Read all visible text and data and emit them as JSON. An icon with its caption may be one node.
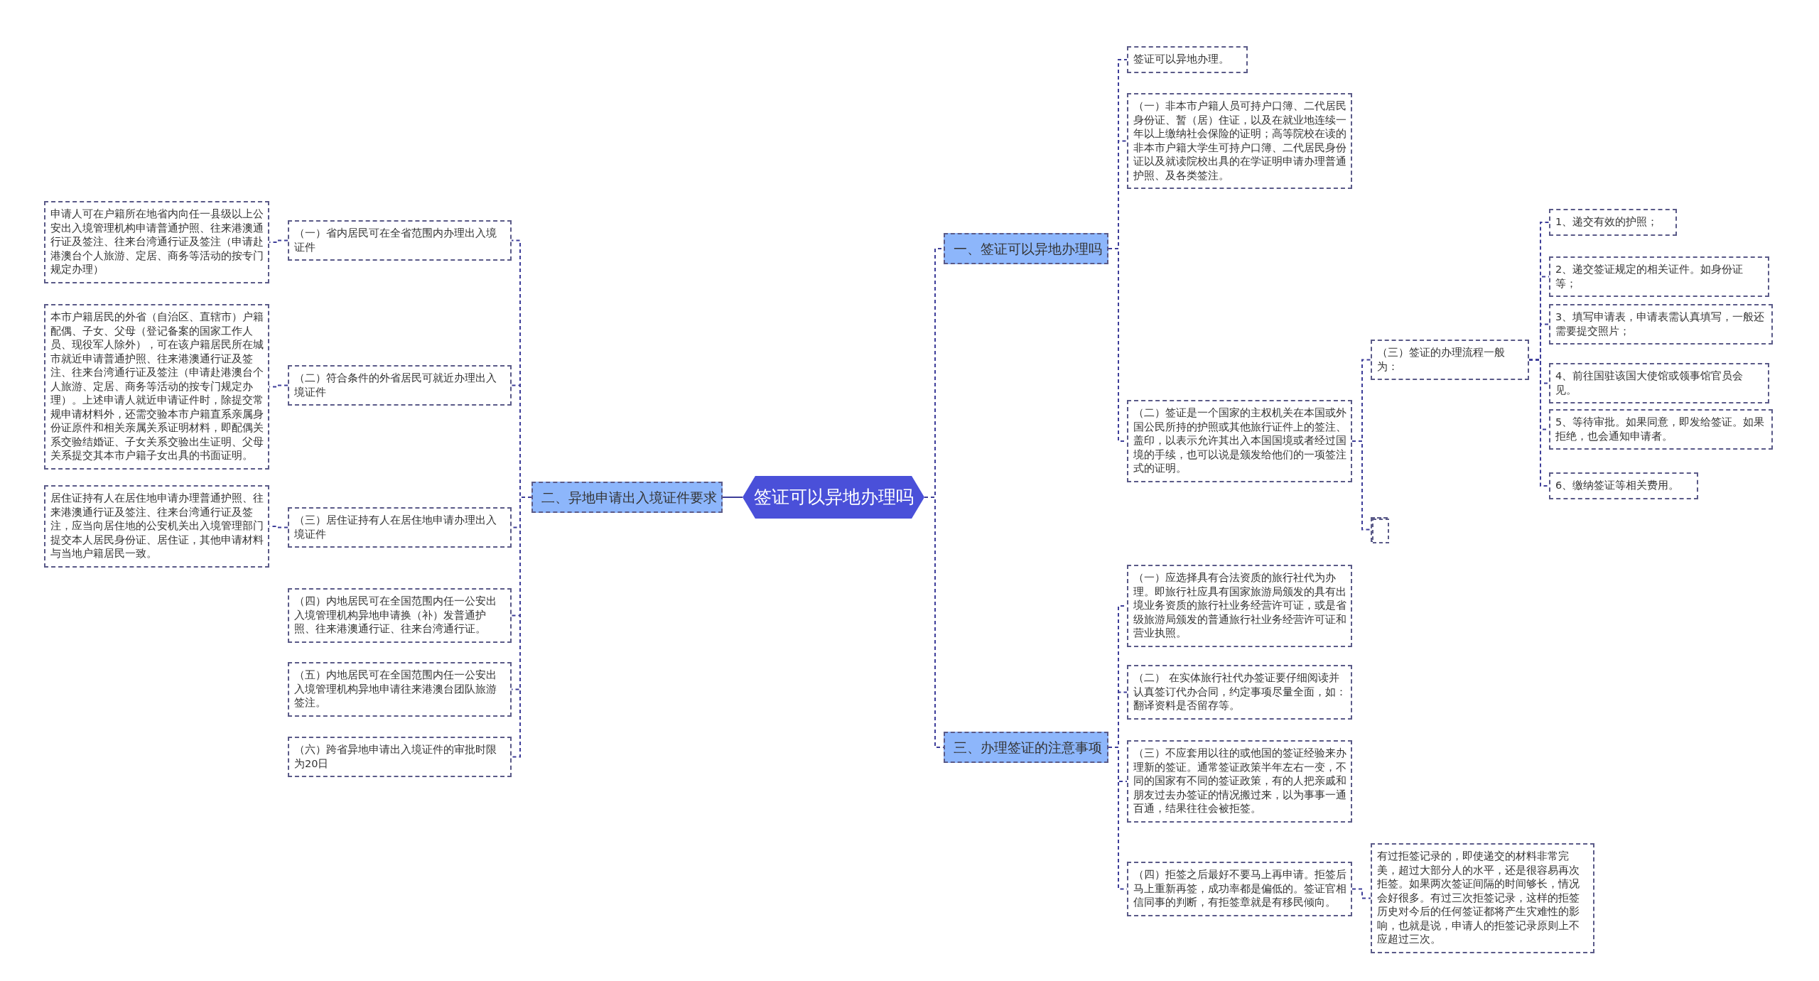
{
  "diagram": {
    "nodes": [
      {
        "text": [
          "签证可以异地办理吗"
        ]
      },
      {
        "text": [
          "一、签证可以异地办理吗"
        ]
      },
      {
        "text": [
          "签证可以异地办理。"
        ]
      },
      {
        "text": [
          "（一）非本市户籍人员可持户口簿、二代居民身份证、暂（居）住证，以及在就业地连续一年以上缴纳社会保险的证明；高等院校在读的非本市户籍大学生可持户口簿、二代居民身份证以及就读院校出具的在学证明申请办理普通护照、及各类签注。"
        ]
      },
      {
        "text": [
          "（二）签证是一个国家的主权机关在本国或外国公民所持的护照或其他旅行证件上的签注、盖印，以表示允许其出入本国国境或者经过国境的手续，也可以说是颁发给他们的一项签注式的证明。"
        ]
      },
      {
        "text": [
          "（三）签证的办理流程一般为："
        ]
      },
      {
        "text": [
          "1、递交有效的护照；"
        ]
      },
      {
        "text": [
          "2、递交签证规定的相关证件。如身份证等；"
        ]
      },
      {
        "text": [
          "3、填写申请表，申请表需认真填写，一般还需要提交照片；"
        ]
      },
      {
        "text": [
          "4、前往国驻该国大使馆或领事馆官员会见。"
        ]
      },
      {
        "text": [
          "5、等待审批。如果同意，即发给签证。如果拒绝，也会通知申请者。"
        ]
      },
      {
        "text": [
          "6、缴纳签证等相关费用。"
        ]
      },
      {
        "text": [],
        "shape": "box"
      },
      {
        "text": [
          "三、办理签证的注意事项"
        ]
      },
      {
        "text": [
          "（一）应选择具有合法资质的旅行社代为办理。即旅行社应具有国家旅游局颁发的具有出境业务资质的旅行社业务经营许可证，或是省级旅游局颁发的普通旅行社业务经营许可证和营业执照。"
        ]
      },
      {
        "text": [
          "（二） 在实体旅行社代办签证要仔细阅读并认真签订代办合同，约定事项尽量全面，如：翻译资料是否留存等。"
        ]
      },
      {
        "text": [
          "（三）不应套用以往的或他国的签证经验来办理新的签证。通常签证政策半年左右一变，不同的国家有不同的签证政策，有的人把亲戚和朋友过去办签证的情况搬过来，以为事事一通百通，结果往往会被拒签。"
        ]
      },
      {
        "text": [
          "（四）拒签之后最好不要马上再申请。拒签后马上重新再签，成功率都是偏低的。签证官相信同事的判断，有拒签章就是有移民倾向。"
        ]
      },
      {
        "text": [
          "有过拒签记录的，即使递交的材料非常完美，超过大部分人的水平，还是很容易再次拒签。如果两次签证间隔的时间够长，情况会好很多。有过三次拒签记录，这样的拒签历史对今后的任何签证都将产生灾难性的影响，也就是说，申请人的拒签记录原则上不应超过三次。"
        ]
      },
      {
        "text": [
          "二、异地申请出入境证件要求"
        ]
      },
      {
        "text": [
          "（一）省内居民可在全省范围内办理出入境证件"
        ]
      },
      {
        "text": [
          "（二）符合条件的外省居民可就近办理出入境证件"
        ]
      },
      {
        "text": [
          "（三）居住证持有人在居住地申请办理出入境证件"
        ]
      },
      {
        "text": [
          "（四）内地居民可在全国范围内任一公安出入境管理机构异地申请换（补）发普通护照、往来港澳通行证、往来台湾通行证。"
        ]
      },
      {
        "text": [
          "（五）内地居民可在全国范围内任一公安出入境管理机构异地申请往来港澳台团队旅游签注。"
        ]
      },
      {
        "text": [
          "（六）跨省异地申请出入境证件的审批时限为20日"
        ]
      },
      {
        "text": [
          "申请人可在户籍所在地省内向任一县级以上公安出入境管理机构申请普通护照、往来港澳通行证及签注、往来台湾通行证及签注（申请赴港澳台个人旅游、定居、商务等活动的按专门规定办理）"
        ]
      },
      {
        "text": [
          "本市户籍居民的外省（自治区、直辖市）户籍配偶、子女、父母（登记备案的国家工作人员、现役军人除外），可在该户籍居民所在城市就近申请普通护照、往来港澳通行证及签注、往来台湾通行证及签注（申请赴港澳台个人旅游、定居、商务等活动的按专门规定办理）。上述申请人就近申请证件时，除提交常规申请材料外，还需交验本市户籍直系亲属身份证原件和相关亲属关系证明材料，即配偶关系交验结婚证、子女关系交验出生证明、父母关系提交其本市户籍子女出具的书面证明。"
        ]
      },
      {
        "text": [
          "居住证持有人在居住地申请办理普通护照、往来港澳通行证及签注、往来台湾通行证及签注，应当向居住地的公安机关出入境管理部门提交本人居民身份证、居住证，其他申请材料与当地户籍居民一致。"
        ]
      }
    ],
    "edges": [
      {
        "from": 0,
        "to": 1,
        "arrow": "none",
        "style": "dashed"
      },
      {
        "from": 1,
        "to": 2,
        "arrow": "none",
        "style": "dashed"
      },
      {
        "from": 1,
        "to": 3,
        "arrow": "none",
        "style": "dashed"
      },
      {
        "from": 1,
        "to": 4,
        "arrow": "none",
        "style": "dashed"
      },
      {
        "from": 4,
        "to": 5,
        "arrow": "none",
        "style": "dashed"
      },
      {
        "from": 5,
        "to": 6,
        "arrow": "none",
        "style": "dashed"
      },
      {
        "from": 5,
        "to": 7,
        "arrow": "none",
        "style": "dashed"
      },
      {
        "from": 5,
        "to": 8,
        "arrow": "none",
        "style": "dashed"
      },
      {
        "from": 5,
        "to": 9,
        "arrow": "none",
        "style": "dashed"
      },
      {
        "from": 5,
        "to": 10,
        "arrow": "none",
        "style": "dashed"
      },
      {
        "from": 5,
        "to": 11,
        "arrow": "none",
        "style": "dashed"
      },
      {
        "from": 4,
        "to": 12,
        "arrow": "none",
        "style": "dashed"
      },
      {
        "from": 0,
        "to": 13,
        "arrow": "none",
        "style": "dashed"
      },
      {
        "from": 13,
        "to": 14,
        "arrow": "none",
        "style": "dashed"
      },
      {
        "from": 13,
        "to": 15,
        "arrow": "none",
        "style": "dashed"
      },
      {
        "from": 13,
        "to": 16,
        "arrow": "none",
        "style": "dashed"
      },
      {
        "from": 13,
        "to": 17,
        "arrow": "none",
        "style": "dashed"
      },
      {
        "from": 17,
        "to": 18,
        "arrow": "none",
        "style": "dashed"
      },
      {
        "from": 0,
        "to": 19,
        "arrow": "none"
      },
      {
        "from": 19,
        "to": 20,
        "arrow": "none",
        "style": "dashed"
      },
      {
        "from": 19,
        "to": 21,
        "arrow": "none",
        "style": "dashed"
      },
      {
        "from": 19,
        "to": 22,
        "arrow": "none",
        "style": "dashed"
      },
      {
        "from": 19,
        "to": 23,
        "arrow": "none",
        "style": "dashed"
      },
      {
        "from": 19,
        "to": 24,
        "arrow": "none",
        "style": "dashed"
      },
      {
        "from": 19,
        "to": 25,
        "arrow": "none",
        "style": "dashed"
      },
      {
        "from": 20,
        "to": 26,
        "arrow": "none",
        "style": "dashed"
      },
      {
        "from": 21,
        "to": 27,
        "arrow": "none",
        "style": "dashed"
      },
      {
        "from": 22,
        "to": 28,
        "arrow": "none",
        "style": "dashed"
      }
    ]
  }
}
